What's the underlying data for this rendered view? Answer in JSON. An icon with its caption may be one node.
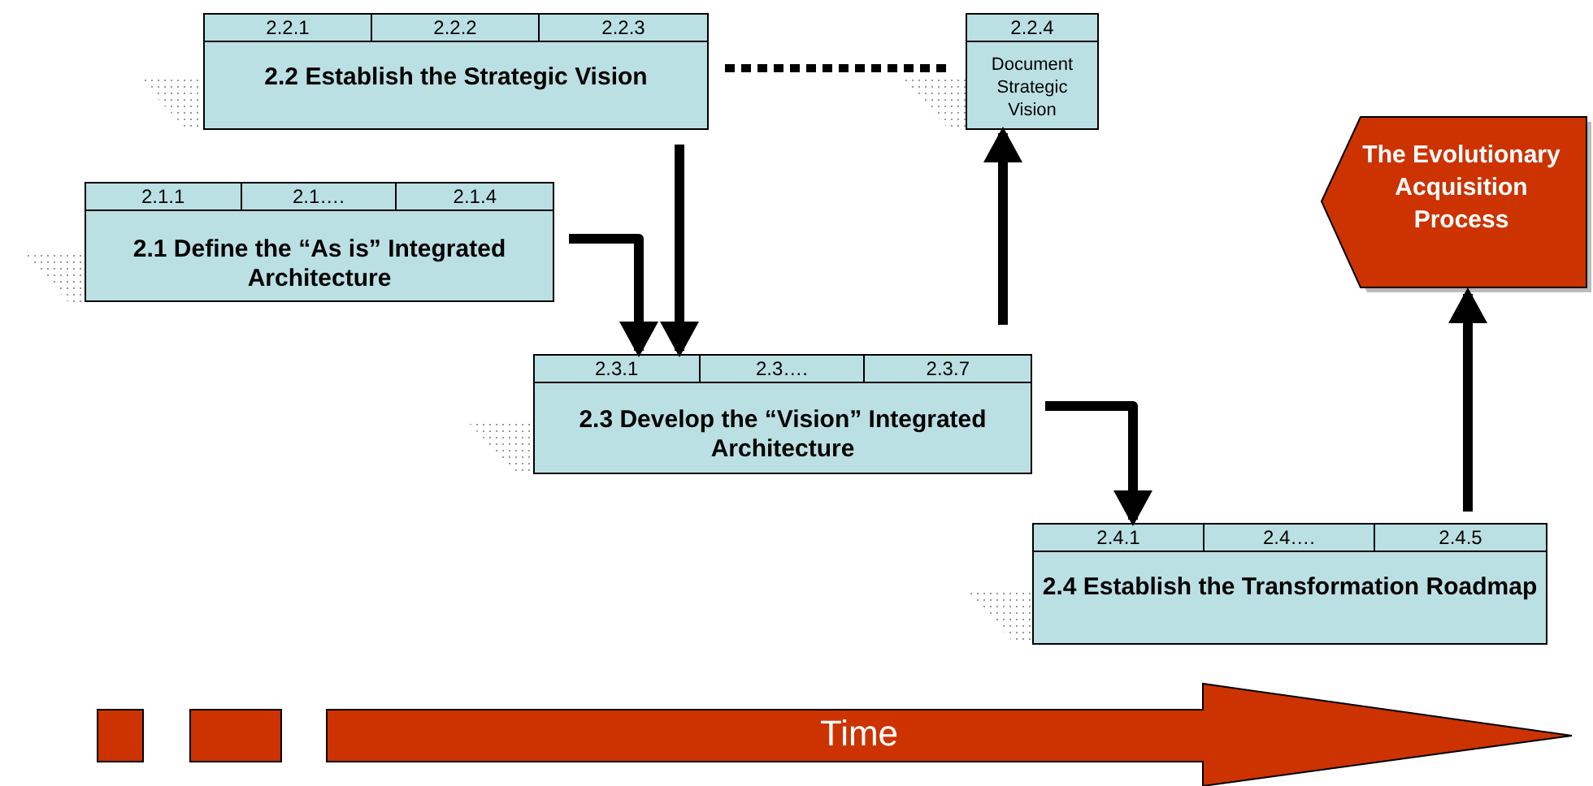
{
  "diagram": {
    "nodes": [
      {
        "text": [
          "2.2 Establish the Strategic Vision"
        ]
      },
      {
        "text": [
          "2.2.1"
        ],
        "in": 0
      },
      {
        "text": [
          "2.2.2"
        ],
        "in": 0
      },
      {
        "text": [
          "2.2.3"
        ],
        "in": 0
      },
      {
        "text": [
          "Document Strategic Vision"
        ]
      },
      {
        "text": [
          "2.2.4"
        ],
        "in": 4
      },
      {
        "text": [
          "2.1 Define the “As is” Integrated Architecture"
        ]
      },
      {
        "text": [
          "2.1.1"
        ],
        "in": 6
      },
      {
        "text": [
          "2.1…."
        ],
        "in": 6
      },
      {
        "text": [
          "2.1.4"
        ],
        "in": 6
      },
      {
        "text": [
          "The Evolutionary Acquisition Process"
        ]
      },
      {
        "text": [
          "2.3 Develop the “Vision” Integrated Architecture"
        ]
      },
      {
        "text": [
          "2.3.1"
        ],
        "in": 11
      },
      {
        "text": [
          "2.3…."
        ],
        "in": 11
      },
      {
        "text": [
          "2.3.7"
        ],
        "in": 11
      },
      {
        "text": [
          "2.4 Establish the Transformation Roadmap"
        ]
      },
      {
        "text": [
          "2.4.1"
        ],
        "in": 15
      },
      {
        "text": [
          "2.4…."
        ],
        "in": 15
      },
      {
        "text": [
          "2.4.5"
        ],
        "in": 15
      },
      {
        "text": [
          "Time"
        ]
      }
    ],
    "edges": [
      {
        "from": 0,
        "to": 4,
        "arrow": "none",
        "style": "dashed"
      },
      {
        "from": 6,
        "to": 11,
        "arrow": "to"
      },
      {
        "from": 0,
        "to": 11,
        "arrow": "to"
      },
      {
        "from": 11,
        "to": 4,
        "arrow": "to"
      },
      {
        "from": 11,
        "to": 15,
        "arrow": "to"
      },
      {
        "from": 15,
        "to": 10,
        "arrow": "to"
      }
    ]
  }
}
